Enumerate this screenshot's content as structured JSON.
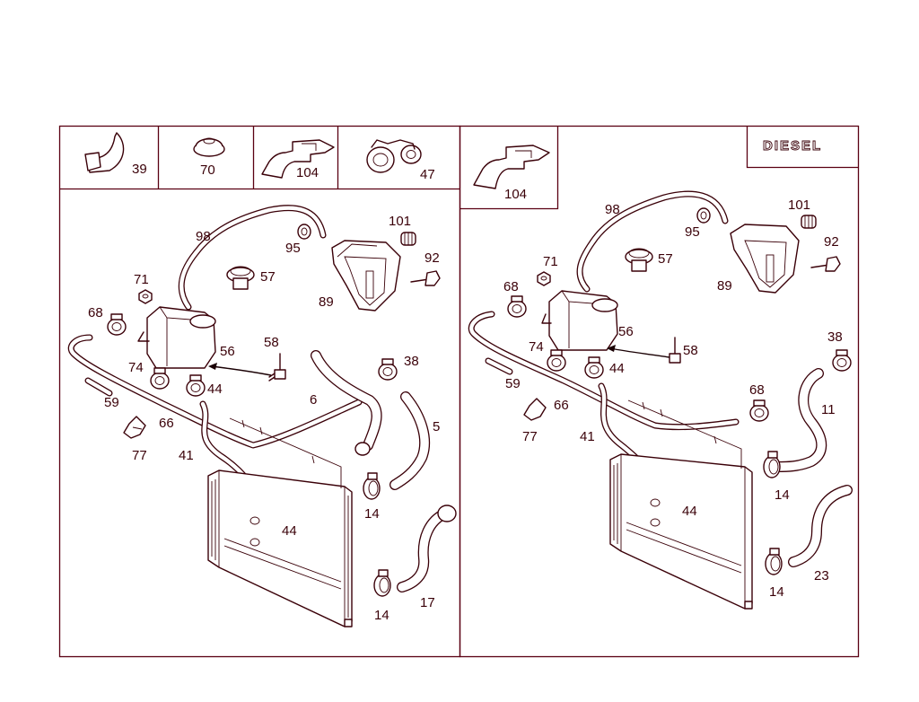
{
  "header_cells": [
    {
      "id": "hc-39",
      "label": "39",
      "icon": "clip-icon"
    },
    {
      "id": "hc-70",
      "label": "70",
      "icon": "grommet-icon"
    },
    {
      "id": "hc-104a",
      "label": "104",
      "icon": "bracket-icon"
    },
    {
      "id": "hc-47",
      "label": "47",
      "icon": "double-clip-icon"
    },
    {
      "id": "hc-104b",
      "label": "104",
      "icon": "bracket-icon"
    }
  ],
  "diesel_label": "DIESEL",
  "callouts_left": [
    "98",
    "95",
    "101",
    "92",
    "89",
    "71",
    "57",
    "68",
    "56",
    "58",
    "74",
    "44",
    "38",
    "59",
    "6",
    "66",
    "5",
    "77",
    "41",
    "14",
    "44",
    "17",
    "14"
  ],
  "callouts_right": [
    "98",
    "101",
    "95",
    "92",
    "71",
    "57",
    "68",
    "89",
    "56",
    "58",
    "74",
    "44",
    "38",
    "59",
    "66",
    "68",
    "11",
    "77",
    "41",
    "14",
    "44",
    "14",
    "23"
  ],
  "colors": {
    "line": "#3a0008",
    "frame": "#5a0012",
    "background": "#ffffff"
  }
}
